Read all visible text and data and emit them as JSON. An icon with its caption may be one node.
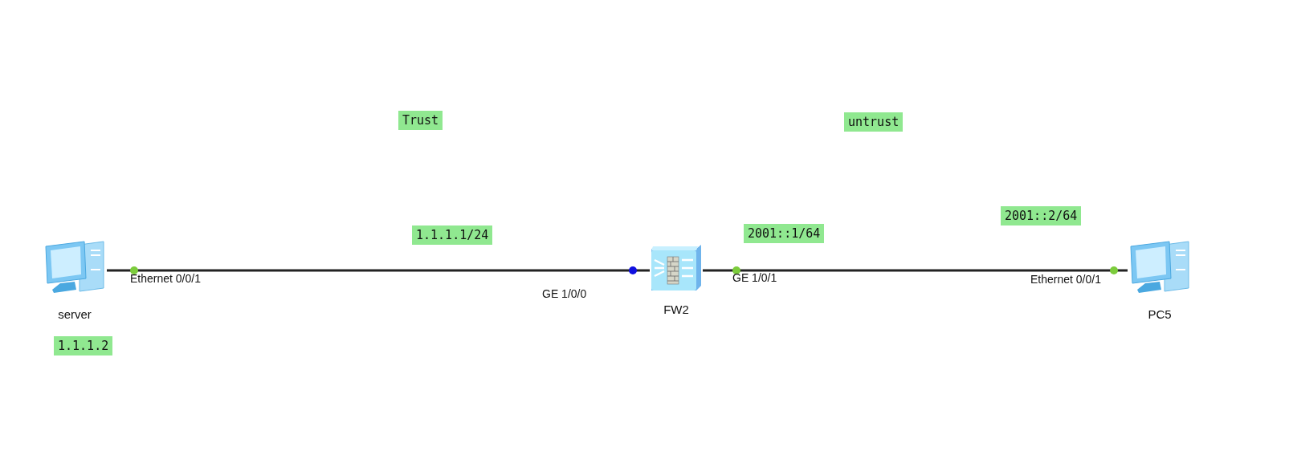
{
  "diagram": {
    "nodes": [
      {
        "text": [
          "server"
        ]
      },
      {
        "text": [
          "FW2"
        ]
      },
      {
        "text": [
          "PC5"
        ]
      }
    ],
    "edges": [
      {
        "from": 0,
        "to": 1,
        "arrow": "none"
      },
      {
        "from": 1,
        "to": 2,
        "arrow": "none"
      }
    ],
    "labels": [
      "Trust",
      "untrust",
      "2001::2/64",
      "1.1.1.1/24",
      "2001::1/64",
      "Ethernet 0/0/1",
      "GE 1/0/1",
      "Ethernet 0/0/1",
      "GE 1/0/0",
      "1.1.1.2"
    ]
  }
}
